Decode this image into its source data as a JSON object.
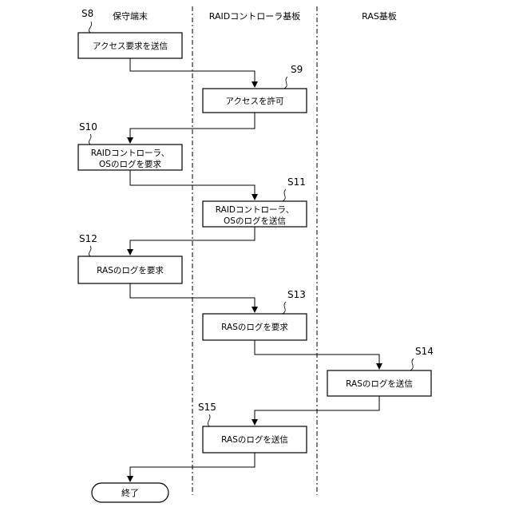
{
  "lanes": [
    {
      "title": "保守端末"
    },
    {
      "title": "RAIDコントローラ基板"
    },
    {
      "title": "RAS基板"
    }
  ],
  "steps": {
    "s8": {
      "label": "S8",
      "lines": [
        "アクセス要求を送信"
      ]
    },
    "s9": {
      "label": "S9",
      "lines": [
        "アクセスを許可"
      ]
    },
    "s10": {
      "label": "S10",
      "lines": [
        "RAIDコントローラ、",
        "OSのログを要求"
      ]
    },
    "s11": {
      "label": "S11",
      "lines": [
        "RAIDコントローラ、",
        "OSのログを送信"
      ]
    },
    "s12": {
      "label": "S12",
      "lines": [
        "RASのログを要求"
      ]
    },
    "s13": {
      "label": "S13",
      "lines": [
        "RASのログを要求"
      ]
    },
    "s14": {
      "label": "S14",
      "lines": [
        "RASのログを送信"
      ]
    },
    "s15": {
      "label": "S15",
      "lines": [
        "RASのログを送信"
      ]
    }
  },
  "end": {
    "label": "終了"
  }
}
